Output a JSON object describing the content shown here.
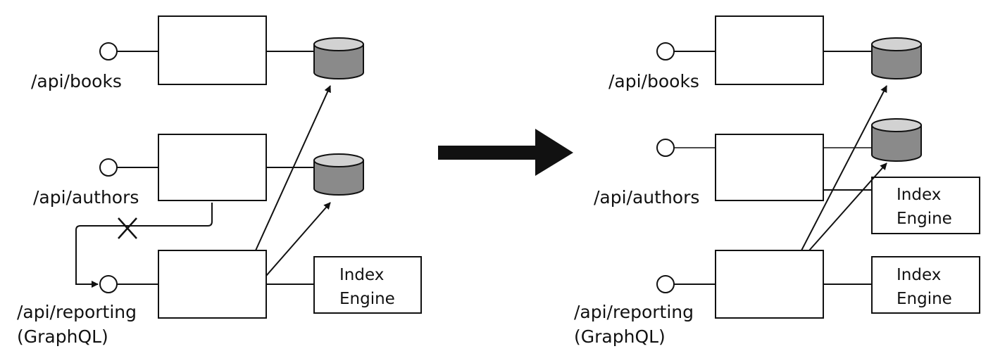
{
  "before": {
    "endpoints": [
      "/api/books",
      "/api/authors",
      "/api/reporting",
      "(GraphQL)"
    ],
    "index_engine": [
      "Index",
      "Engine"
    ]
  },
  "after": {
    "endpoints": [
      "/api/books",
      "/api/authors",
      "/api/reporting",
      "(GraphQL)"
    ],
    "index_engine_authors": [
      "Index",
      "Engine"
    ],
    "index_engine_reporting": [
      "Index",
      "Engine"
    ]
  },
  "colors": {
    "db_body": "#8a8a8a",
    "db_top": "#d2d2d2",
    "stroke": "#111111"
  }
}
